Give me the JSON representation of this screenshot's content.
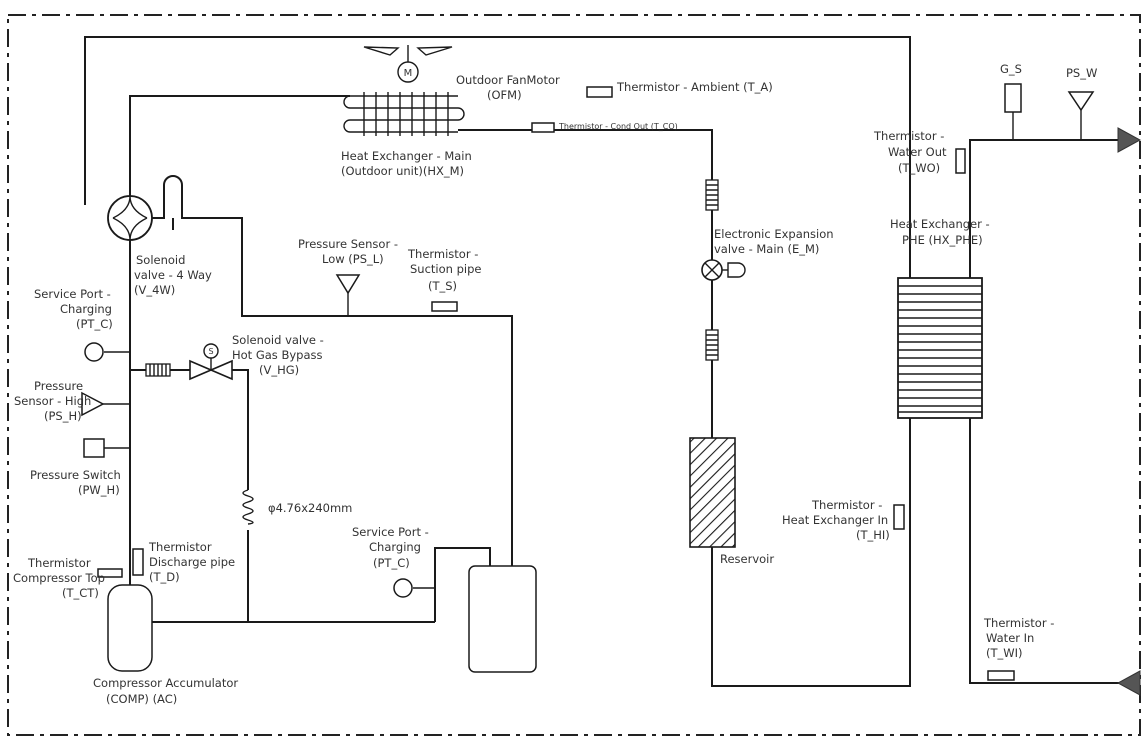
{
  "labels": {
    "ofm_1": "Outdoor FanMotor",
    "ofm_2": "(OFM)",
    "fan_symbol": "M",
    "t_a": "Thermistor - Ambient (T_A)",
    "t_co": "Thermistor - Cond Out (T_CO)",
    "hx_m_1": "Heat Exchanger - Main",
    "hx_m_2": "(Outdoor unit)(HX_M)",
    "g_s": "G_S",
    "ps_w": "PS_W",
    "t_wo_1": "Thermistor -",
    "t_wo_2": "Water Out",
    "t_wo_3": "(T_WO)",
    "v_4w_1": "Solenoid",
    "v_4w_2": "valve - 4 Way",
    "v_4w_3": "(V_4W)",
    "ps_l_1": "Pressure Sensor -",
    "ps_l_2": "Low (PS_L)",
    "t_s_1": "Thermistor -",
    "t_s_2": "Suction pipe",
    "t_s_3": "(T_S)",
    "e_m_1": "Electronic Expansion",
    "e_m_2": "valve - Main (E_M)",
    "hx_phe_1": "Heat Exchanger -",
    "hx_phe_2": "PHE (HX_PHE)",
    "pt_c_1a": "Service Port -",
    "pt_c_1b": "Charging",
    "pt_c_1c": "(PT_C)",
    "v_hg_1": "Solenoid valve -",
    "v_hg_2": "Hot Gas Bypass",
    "v_hg_3": "(V_HG)",
    "v_hg_symbol": "S",
    "ps_h_1": "Pressure",
    "ps_h_2": "Sensor - High",
    "ps_h_3": "(PS_H)",
    "pw_h_1": "Pressure Switch",
    "pw_h_2": "(PW_H)",
    "capillary": "φ4.76x240mm",
    "t_hi_1": "Thermistor -",
    "t_hi_2": "Heat Exchanger In",
    "t_hi_3": "(T_HI)",
    "pt_c_2a": "Service Port -",
    "pt_c_2b": "Charging",
    "pt_c_2c": "(PT_C)",
    "reservoir": "Reservoir",
    "t_ct_1": "Thermistor",
    "t_ct_2": "Compressor Top",
    "t_ct_3": "(T_CT)",
    "t_d_1": "Thermistor",
    "t_d_2": "Discharge pipe",
    "t_d_3": "(T_D)",
    "t_wi_1": "Thermistor -",
    "t_wi_2": "Water In",
    "t_wi_3": "(T_WI)",
    "comp_1": "Compressor Accumulator",
    "comp_2": "(COMP) (AC)"
  }
}
